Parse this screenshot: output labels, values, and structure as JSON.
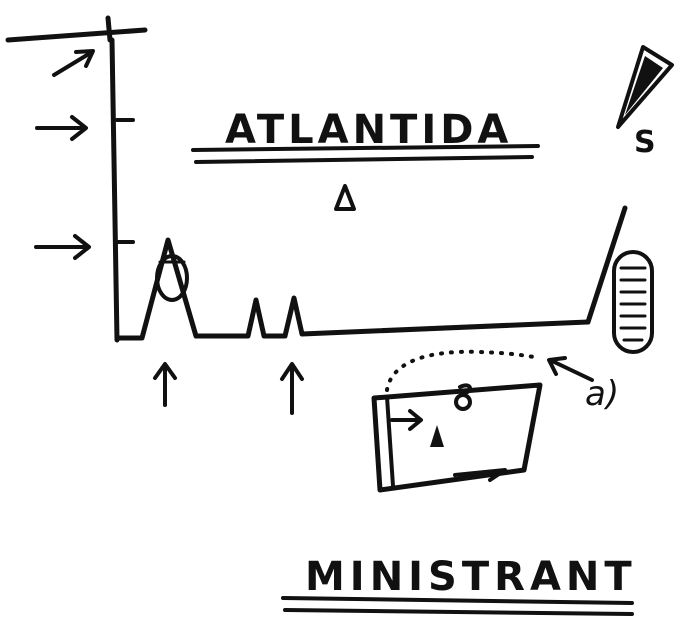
{
  "labels": {
    "top_title": "ATLANTIDA",
    "bottom_title": "MINISTRANT",
    "compass_letter": "S",
    "annotation": "a)"
  },
  "colors": {
    "ink": "#111111",
    "paper": "#ffffff"
  }
}
